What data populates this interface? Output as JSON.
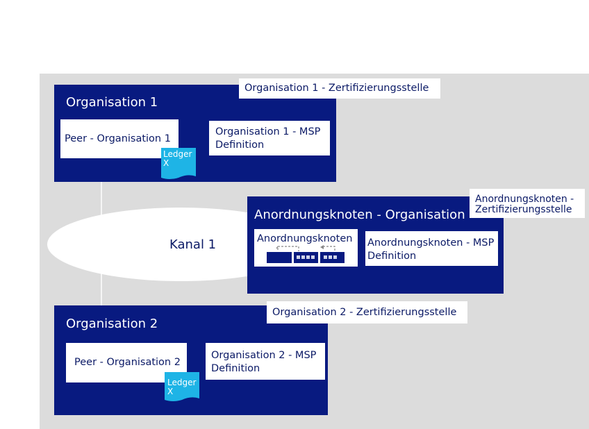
{
  "org1": {
    "title": "Organisation 1",
    "ca": "Organisation 1 - Zertifizierungsstelle",
    "peer": "Peer - Organisation 1",
    "msp": "Organisation 1 - MSP Definition",
    "ledger": "Ledger X"
  },
  "org2": {
    "title": "Organisation 2",
    "ca": "Organisation 2 - Zertifizierungsstelle",
    "peer": "Peer - Organisation 2",
    "msp": "Organisation 2 - MSP Definition",
    "ledger": "Ledger X"
  },
  "orderer": {
    "title": "Anordnungsknoten - Organisation",
    "ca": "Anordnungsknoten - Zertifizierungsstelle",
    "node": "Anordnungsknoten",
    "msp": "Anordnungsknoten - MSP Definition"
  },
  "channel": {
    "label": "Kanal 1"
  },
  "colors": {
    "org_fill": "#081a80",
    "ledger": "#1eb4e6",
    "background": "#dcdcdc"
  }
}
